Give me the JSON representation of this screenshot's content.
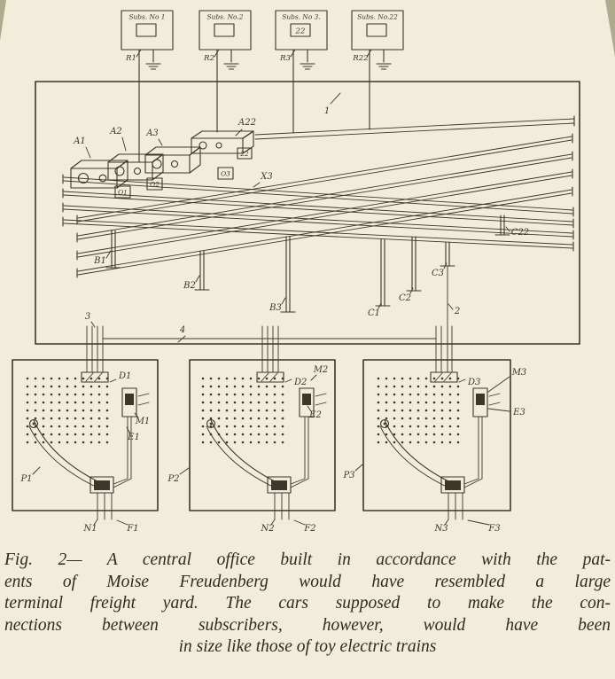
{
  "colors": {
    "paper": "#f2edda",
    "ink": "#3a372b",
    "caption_ink": "#2f2c1d"
  },
  "subscribers": [
    {
      "title": "Subs. No 1",
      "window": "",
      "ref": "R1"
    },
    {
      "title": "Subs. No.2",
      "window": "",
      "ref": "R2"
    },
    {
      "title": "Subs. No 3.",
      "window": "22",
      "ref": "R3"
    },
    {
      "title": "Subs. No.22",
      "window": "",
      "ref": "R22"
    }
  ],
  "yard": {
    "frame_label": "1",
    "trunk_labels": {
      "two": "2",
      "three": "3",
      "four": "4"
    },
    "cars": [
      {
        "label": "A1",
        "plate": "O1"
      },
      {
        "label": "A2",
        "plate": "O2"
      },
      {
        "label": "A3",
        "plate": "O3"
      },
      {
        "label": "A22",
        "plate": "22"
      }
    ],
    "switch_label": "X3",
    "posts": [
      "B1",
      "B2",
      "B3",
      "C1",
      "C2",
      "C3",
      "C22"
    ]
  },
  "panels": [
    {
      "d": "D1",
      "m": "M1",
      "e": "E1",
      "p": "P1",
      "n": "N1",
      "f": "F1"
    },
    {
      "d": "D2",
      "m": "M2",
      "e": "E2",
      "p": "P2",
      "n": "N2",
      "f": "F2"
    },
    {
      "d": "D3",
      "m": "M3",
      "e": "E3",
      "p": "P3",
      "n": "N3",
      "f": "F3"
    }
  ],
  "caption": {
    "lines": [
      "Fig. 2— A central office built in accordance with the pat-",
      "ents of Moise Freudenberg would have resembled a large",
      "terminal freight yard.  The cars supposed to make the con-",
      "nections between subscribers, however, would have been",
      "in size like those of toy electric trains"
    ]
  }
}
